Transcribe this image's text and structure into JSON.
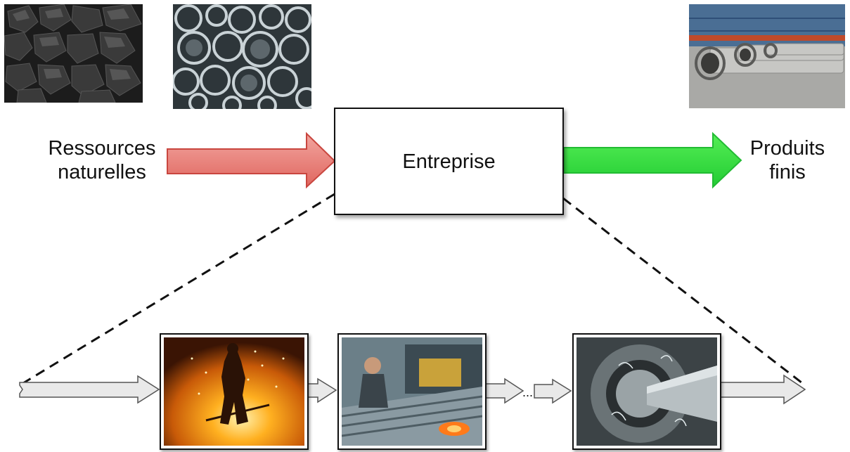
{
  "diagram": {
    "input_label_line1": "Ressources",
    "input_label_line2": "naturelles",
    "center_label": "Entreprise",
    "output_label_line1": "Produits",
    "output_label_line2": "finis",
    "ellipsis": "..."
  },
  "colors": {
    "input_arrow": "#e8807a",
    "output_arrow": "#33dd44",
    "flow_arrow": "#e6e6e6"
  },
  "images": [
    {
      "name": "coal-photo",
      "depicts": "coal"
    },
    {
      "name": "steel-tubes-photo",
      "depicts": "steel tubes"
    },
    {
      "name": "finished-pipes-photo",
      "depicts": "finished pipes in factory"
    },
    {
      "name": "steel-furnace-photo",
      "depicts": "steelworker at furnace"
    },
    {
      "name": "rolling-mill-photo",
      "depicts": "worker at rolling mill"
    },
    {
      "name": "machining-photo",
      "depicts": "pipe machining"
    }
  ]
}
